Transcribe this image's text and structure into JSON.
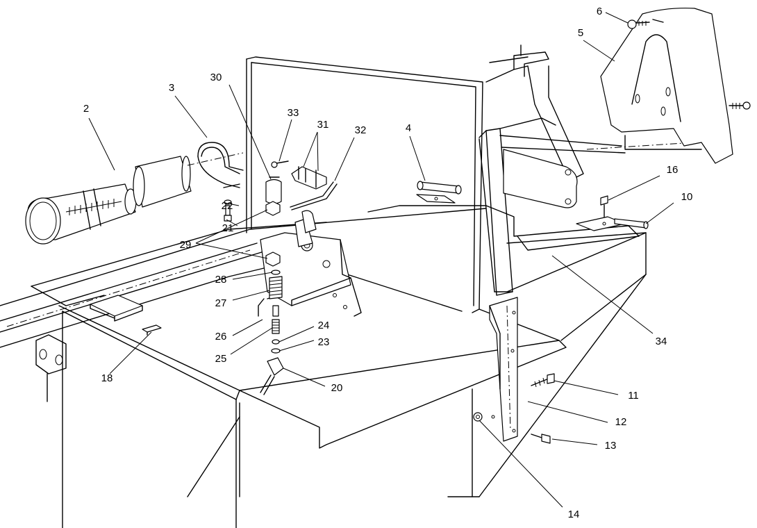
{
  "callouts": [
    {
      "id": "2",
      "label": "2"
    },
    {
      "id": "3",
      "label": "3"
    },
    {
      "id": "4",
      "label": "4"
    },
    {
      "id": "5",
      "label": "5"
    },
    {
      "id": "6",
      "label": "6"
    },
    {
      "id": "10",
      "label": "10"
    },
    {
      "id": "11",
      "label": "11"
    },
    {
      "id": "12",
      "label": "12"
    },
    {
      "id": "13",
      "label": "13"
    },
    {
      "id": "14",
      "label": "14"
    },
    {
      "id": "16",
      "label": "16"
    },
    {
      "id": "18",
      "label": "18"
    },
    {
      "id": "20",
      "label": "20"
    },
    {
      "id": "21",
      "label": "21"
    },
    {
      "id": "22",
      "label": "22"
    },
    {
      "id": "23",
      "label": "23"
    },
    {
      "id": "24",
      "label": "24"
    },
    {
      "id": "25",
      "label": "25"
    },
    {
      "id": "26",
      "label": "26"
    },
    {
      "id": "27",
      "label": "27"
    },
    {
      "id": "28",
      "label": "28"
    },
    {
      "id": "29",
      "label": "29"
    },
    {
      "id": "30",
      "label": "30"
    },
    {
      "id": "31",
      "label": "31"
    },
    {
      "id": "32",
      "label": "32"
    },
    {
      "id": "33",
      "label": "33"
    },
    {
      "id": "34",
      "label": "34"
    }
  ]
}
